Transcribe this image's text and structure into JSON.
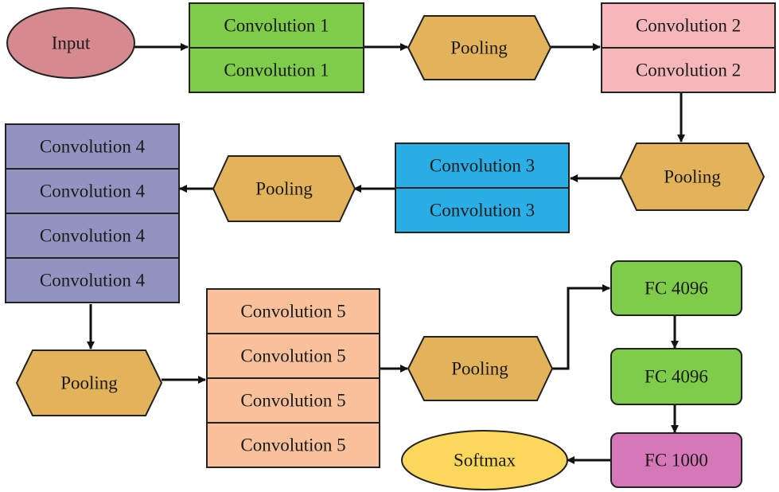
{
  "colors": {
    "input": "#d68a8f",
    "conv1": "#7fcb4a",
    "conv2": "#f6b7bb",
    "conv3": "#29aee6",
    "conv4": "#9194c0",
    "conv5": "#f8c19b",
    "pooling": "#e3b35c",
    "fc4096": "#7fcb4a",
    "fc1000": "#d678b8",
    "softmax": "#fbd85c"
  },
  "nodes": {
    "input": "Input",
    "softmax": "Softmax",
    "pool1": "Pooling",
    "pool2": "Pooling",
    "pool3": "Pooling",
    "pool4": "Pooling",
    "pool5": "Pooling",
    "fc1": "FC 4096",
    "fc2": "FC 4096",
    "fc3": "FC 1000"
  },
  "blocks": {
    "conv1": [
      "Convolution 1",
      "Convolution 1"
    ],
    "conv2": [
      "Convolution 2",
      "Convolution 2"
    ],
    "conv3": [
      "Convolution 3",
      "Convolution 3"
    ],
    "conv4": [
      "Convolution 4",
      "Convolution 4",
      "Convolution 4",
      "Convolution 4"
    ],
    "conv5": [
      "Convolution 5",
      "Convolution 5",
      "Convolution 5",
      "Convolution 5"
    ]
  }
}
